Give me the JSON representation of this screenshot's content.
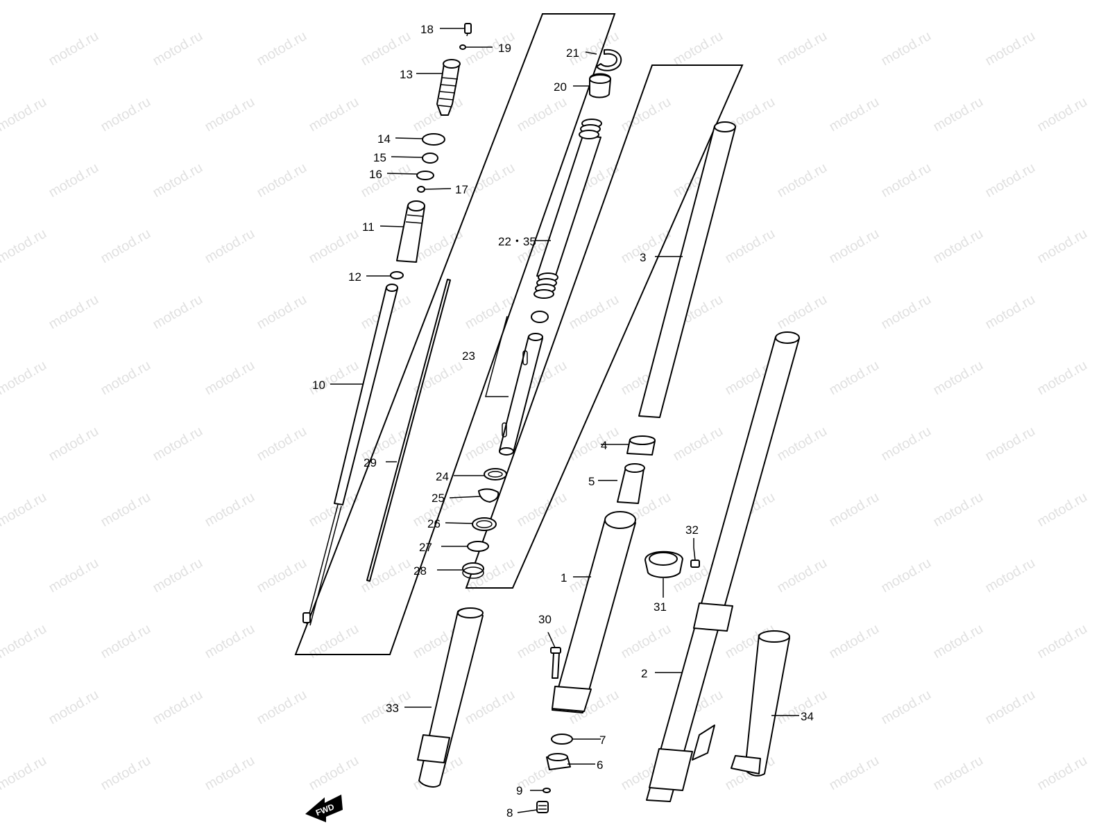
{
  "watermark": "motod.ru",
  "fwd_label": "FWD",
  "callouts": {
    "c1": "1",
    "c2": "2",
    "c3": "3",
    "c4": "4",
    "c5": "5",
    "c6": "6",
    "c7": "7",
    "c8": "8",
    "c9": "9",
    "c10": "10",
    "c11": "11",
    "c12": "12",
    "c13": "13",
    "c14": "14",
    "c15": "15",
    "c16": "16",
    "c17": "17",
    "c18": "18",
    "c19": "19",
    "c20": "20",
    "c21": "21",
    "c22": "22・35",
    "c23": "23",
    "c24": "24",
    "c25": "25",
    "c26": "26",
    "c27": "27",
    "c28": "28",
    "c29": "29",
    "c30": "30",
    "c31": "31",
    "c32": "32",
    "c33": "33",
    "c34": "34"
  }
}
